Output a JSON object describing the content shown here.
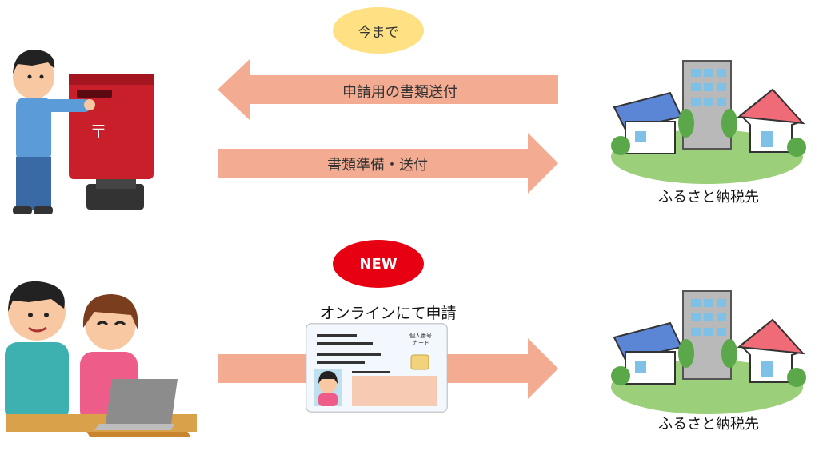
{
  "top_badge": "今まで",
  "bottom_badge": "NEW",
  "arrow_top_label": "申請用の書類送付",
  "arrow_mid_label": "書類準備・送付",
  "online_label": "オンラインにて申請",
  "destination_top": "ふるさと納税先",
  "destination_bottom": "ふるさと納税先",
  "card_header": "個人番号\nカード",
  "colors": {
    "arrow_fill": "#f3ab92",
    "old_badge": "#ffe083",
    "new_badge": "#e60012",
    "postbox": "#c91f2b"
  }
}
